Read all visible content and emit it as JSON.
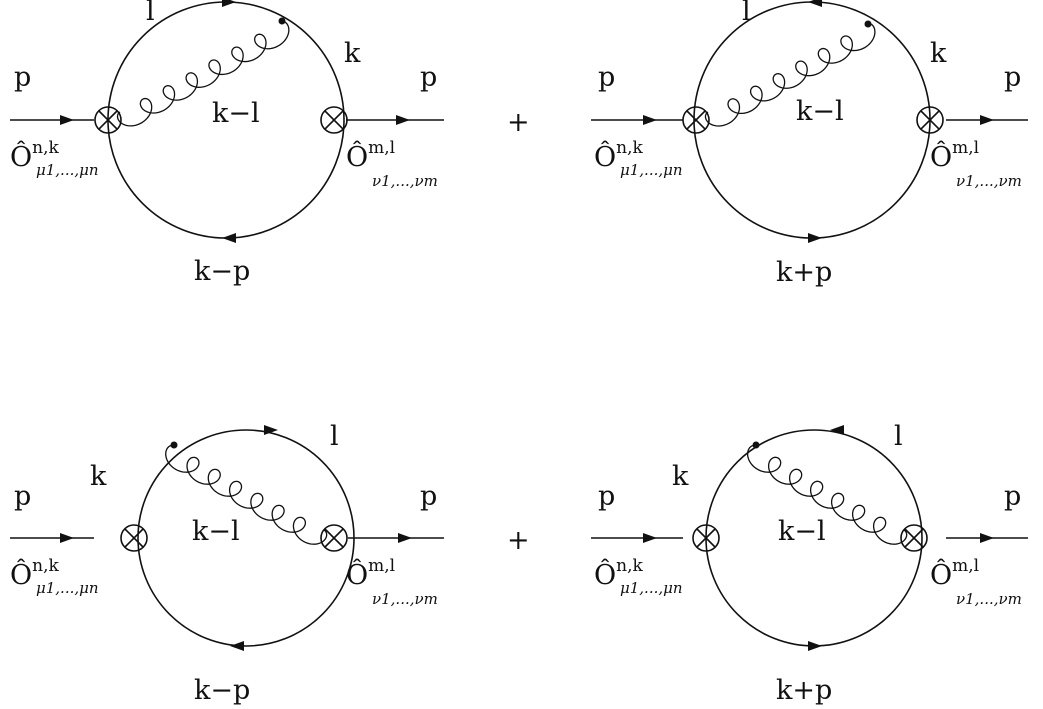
{
  "colors": {
    "ink": "#111111",
    "background": "#ffffff"
  },
  "symbols": {
    "plus": "+"
  },
  "diagrams": [
    {
      "external_in": "p",
      "external_out": "p",
      "top_label": "l",
      "side_label": "k",
      "bottom_label": "k−p",
      "gluon_label": "k−l",
      "op_left": {
        "base": "Ô",
        "sup": "n,k",
        "sub": "μ1,...,μn"
      },
      "op_right": {
        "base": "Ô",
        "sup": "m,l",
        "sub": "ν1,...,νm"
      }
    },
    {
      "external_in": "p",
      "external_out": "p",
      "top_label": "l",
      "side_label": "k",
      "bottom_label": "k+p",
      "gluon_label": "k−l",
      "op_left": {
        "base": "Ô",
        "sup": "n,k",
        "sub": "μ1,...,μn"
      },
      "op_right": {
        "base": "Ô",
        "sup": "m,l",
        "sub": "ν1,...,νm"
      }
    },
    {
      "external_in": "p",
      "external_out": "p",
      "top_label": "l",
      "side_label": "k",
      "bottom_label": "k−p",
      "gluon_label": "k−l",
      "op_left": {
        "base": "Ô",
        "sup": "n,k",
        "sub": "μ1,...,μn"
      },
      "op_right": {
        "base": "Ô",
        "sup": "m,l",
        "sub": "ν1,...,νm"
      }
    },
    {
      "external_in": "p",
      "external_out": "p",
      "top_label": "l",
      "side_label": "k",
      "bottom_label": "k+p",
      "gluon_label": "k−l",
      "op_left": {
        "base": "Ô",
        "sup": "n,k",
        "sub": "μ1,...,μn"
      },
      "op_right": {
        "base": "Ô",
        "sup": "m,l",
        "sub": "ν1,...,νm"
      }
    }
  ]
}
